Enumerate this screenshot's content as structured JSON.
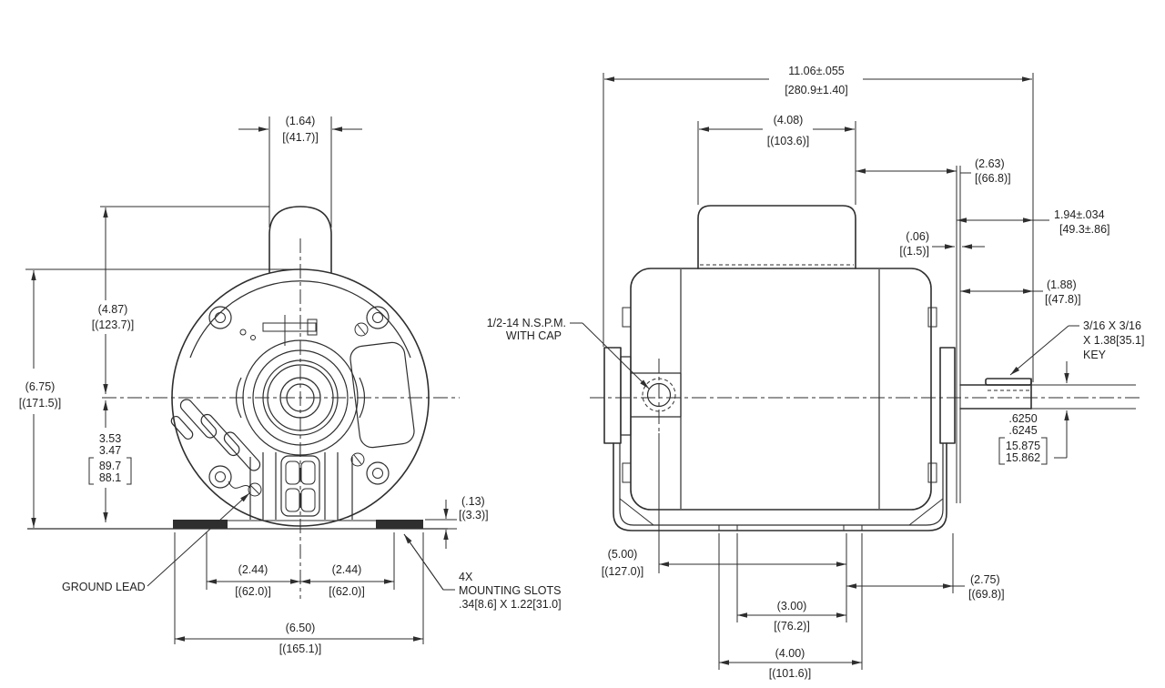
{
  "colors": {
    "line": "#2e2e2e",
    "background": "#ffffff"
  },
  "front_view": {
    "dim_cap_width_in": "(1.64)",
    "dim_cap_width_mm": "[(41.7)]",
    "dim_overall_height_in": "(6.75)",
    "dim_overall_height_mm": "[(171.5)]",
    "dim_top_to_center_in": "(4.87)",
    "dim_top_to_center_mm": "[(123.7)]",
    "dim_center_to_base_max_in": "3.53",
    "dim_center_to_base_min_in": "3.47",
    "dim_center_to_base_max_mm": "89.7",
    "dim_center_to_base_min_mm": "88.1",
    "dim_foot_left_in": "(2.44)",
    "dim_foot_left_mm": "[(62.0)]",
    "dim_foot_right_in": "(2.44)",
    "dim_foot_right_mm": "[(62.0)]",
    "dim_base_width_in": "(6.50)",
    "dim_base_width_mm": "[(165.1)]",
    "dim_base_thickness_in": "(.13)",
    "dim_base_thickness_mm": "[(3.3)]",
    "ground_lead_label": "GROUND LEAD",
    "mounting_note_1": "4X",
    "mounting_note_2": "MOUNTING SLOTS",
    "mounting_note_3": ".34[8.6] X 1.22[31.0]"
  },
  "side_view": {
    "dim_overall_length_in": "11.06±.055",
    "dim_overall_length_mm": "[280.9±1.40]",
    "dim_conduit_box_in": "(4.08)",
    "dim_conduit_box_mm": "[(103.6)]",
    "dim_box_to_face_in": "(2.63)",
    "dim_box_to_face_mm": "[(66.8)]",
    "dim_slinger_in": "(.06)",
    "dim_slinger_mm": "[(1.5)]",
    "dim_shaft_ext_in": "1.94±.034",
    "dim_shaft_ext_mm": "[49.3±.86]",
    "dim_shaft_flat_in": "(1.88)",
    "dim_shaft_flat_mm": "[(47.8)]",
    "key_note_1": "3/16 X 3/16",
    "key_note_2": "X 1.38[35.1]",
    "key_note_3": "KEY",
    "conduit_note_1": "1/2-14 N.S.P.M.",
    "conduit_note_2": "WITH CAP",
    "shaft_dia_max_in": ".6250",
    "shaft_dia_min_in": ".6245",
    "shaft_dia_max_mm": "15.875",
    "shaft_dia_min_mm": "15.862",
    "dim_hole_to_slot_in": "(5.00)",
    "dim_hole_to_slot_mm": "[(127.0)]",
    "dim_slot_to_face_in": "(2.75)",
    "dim_slot_to_face_mm": "[(69.8)]",
    "dim_slots_inner_in": "(3.00)",
    "dim_slots_inner_mm": "[(76.2)]",
    "dim_slots_outer_in": "(4.00)",
    "dim_slots_outer_mm": "[(101.6)]"
  }
}
